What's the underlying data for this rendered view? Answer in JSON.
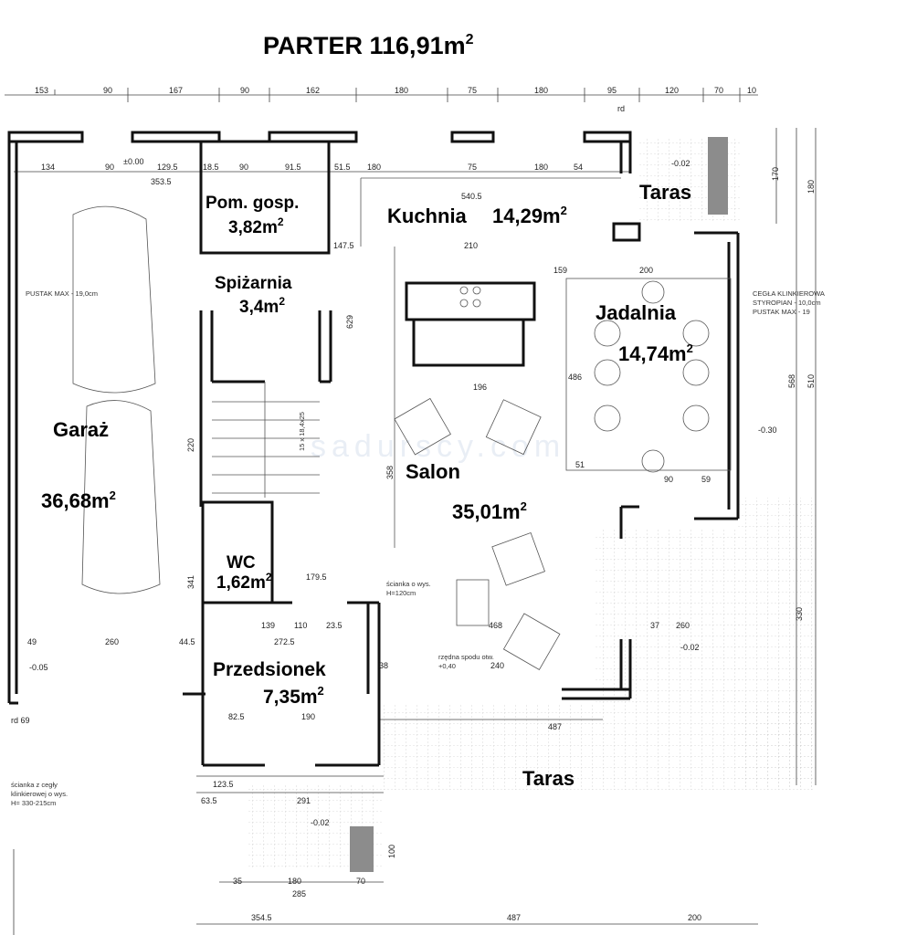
{
  "title": {
    "text": "PARTER 116,91m",
    "sup": "2"
  },
  "rooms": {
    "pom_gosp": {
      "name": "Pom. gosp.",
      "area": "3,82m",
      "sup": "2"
    },
    "kuchnia": {
      "name": "Kuchnia",
      "area": "14,29m",
      "sup": "2"
    },
    "spizarnia": {
      "name": "Spiżarnia",
      "area": "3,4m",
      "sup": "2"
    },
    "jadalnia": {
      "name": "Jadalnia",
      "area": "14,74m",
      "sup": "2"
    },
    "garaz": {
      "name": "Garaż",
      "area": "36,68m",
      "sup": "2"
    },
    "salon": {
      "name": "Salon",
      "area": "35,01m",
      "sup": "2"
    },
    "wc": {
      "name": "WC",
      "area": "1,62m",
      "sup": "2"
    },
    "przedsionek": {
      "name": "Przedsionek",
      "area": "7,35m",
      "sup": "2"
    },
    "taras_top": {
      "name": "Taras"
    },
    "taras_bottom": {
      "name": "Taras"
    }
  },
  "top_dims": [
    "153",
    "90",
    "167",
    "90",
    "162",
    "180",
    "75",
    "180",
    "95",
    "120",
    "70",
    "10"
  ],
  "row2_dims": [
    "134",
    "90",
    "129.5",
    "18.5",
    "90",
    "91.5",
    "51.5",
    "180",
    "75",
    "180",
    "54"
  ],
  "bottom_dims": [
    "354.5",
    "487",
    "200"
  ],
  "inner_dims": {
    "d1": "353.5",
    "d2": "540.5",
    "d3": "147.5",
    "d4": "210",
    "d5": "159",
    "d6": "200",
    "d7": "196",
    "d8": "486",
    "d9": "51",
    "d10": "90",
    "d11": "59",
    "d12": "179.5",
    "d13": "139",
    "d14": "110",
    "d15": "23.5",
    "d16": "272.5",
    "d17": "468",
    "d18": "240",
    "d19": "260",
    "d20": "44.5",
    "d21": "82.5",
    "d22": "190",
    "d23": "487",
    "d24": "123.5",
    "d25": "63.5",
    "d26": "291",
    "d27": "285",
    "d28": "35",
    "d29": "180",
    "d30": "70",
    "d31": "629",
    "d32": "358",
    "d33": "220",
    "d34": "341",
    "d35": "568",
    "d36": "510",
    "d37": "330",
    "d38": "180",
    "d39": "170",
    "d40": "100",
    "d41": "38",
    "d42": "260",
    "d43": "37",
    "d44": "49"
  },
  "levels": [
    "-0.02",
    "-0.30",
    "-0.05",
    "-0.02",
    "-0.02",
    "±0.00"
  ],
  "notes": {
    "pustak": "PUSTAK MAX - 19,0cm",
    "cegla": "CEGŁA KLINKIEROWA",
    "styropian": "STYROPIAN - 10,0cm",
    "pustak2": "PUSTAK MAX - 19",
    "scianka_wys": "ścianka o wys.",
    "scianka_h": "H=120cm",
    "rzedna": "rzędna spodu otw.",
    "rzedna_v": "+0,40",
    "scianka_cegly": "ścianka z cegły",
    "klinkier": "klinkierowej o wys.",
    "h_val": "H= 330-215cm",
    "stairs": "15 x 18,4x25",
    "rd": "rd",
    "rd69": "rd 69"
  },
  "watermark": "sadurscy.com",
  "colors": {
    "ink": "#000000",
    "wall": "#111111",
    "hatch": "#9a9a9a",
    "grey_block": "#8c8c8c",
    "watermark": "#e9eef5"
  }
}
